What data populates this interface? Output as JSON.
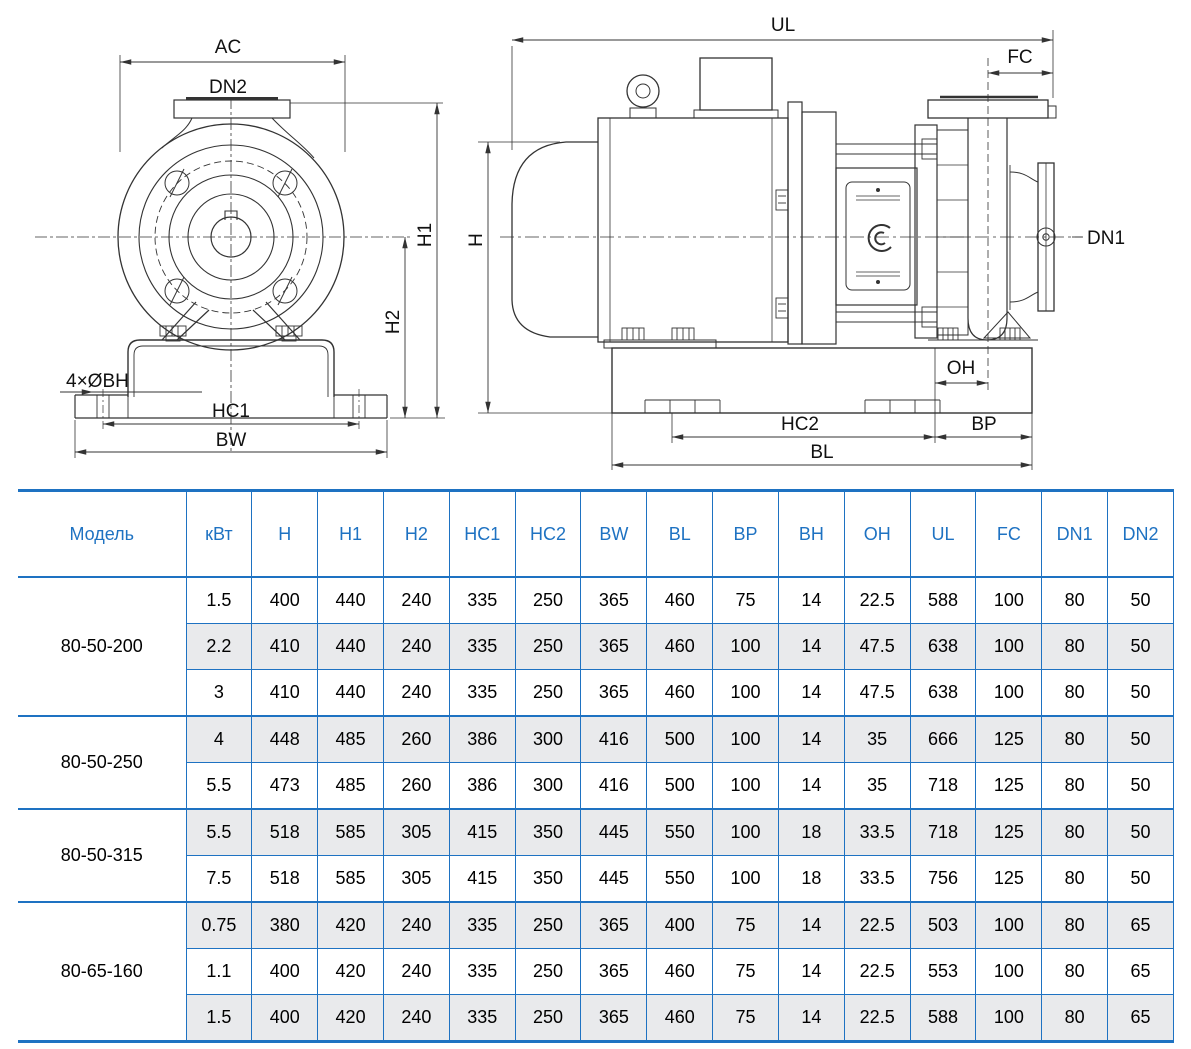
{
  "drawings": {
    "front": {
      "labels": {
        "ac": "AC",
        "dn2": "DN2",
        "h1": "H1",
        "h2": "H2",
        "bh": "4×ØBH",
        "hc1": "HC1",
        "bw": "BW"
      }
    },
    "side": {
      "labels": {
        "ul": "UL",
        "fc": "FC",
        "h": "H",
        "dn1": "DN1",
        "oh": "OH",
        "hc2": "HC2",
        "bp": "BP",
        "bl": "BL"
      }
    }
  },
  "table": {
    "columns": [
      "Модель",
      "кВт",
      "H",
      "H1",
      "H2",
      "HC1",
      "HC2",
      "BW",
      "BL",
      "BP",
      "BH",
      "OH",
      "UL",
      "FC",
      "DN1",
      "DN2"
    ],
    "groups": [
      {
        "model": "80-50-200",
        "rows": [
          {
            "shaded": false,
            "values": [
              "1.5",
              "400",
              "440",
              "240",
              "335",
              "250",
              "365",
              "460",
              "75",
              "14",
              "22.5",
              "588",
              "100",
              "80",
              "50"
            ]
          },
          {
            "shaded": true,
            "values": [
              "2.2",
              "410",
              "440",
              "240",
              "335",
              "250",
              "365",
              "460",
              "100",
              "14",
              "47.5",
              "638",
              "100",
              "80",
              "50"
            ]
          },
          {
            "shaded": false,
            "values": [
              "3",
              "410",
              "440",
              "240",
              "335",
              "250",
              "365",
              "460",
              "100",
              "14",
              "47.5",
              "638",
              "100",
              "80",
              "50"
            ]
          }
        ]
      },
      {
        "model": "80-50-250",
        "rows": [
          {
            "shaded": true,
            "values": [
              "4",
              "448",
              "485",
              "260",
              "386",
              "300",
              "416",
              "500",
              "100",
              "14",
              "35",
              "666",
              "125",
              "80",
              "50"
            ]
          },
          {
            "shaded": false,
            "values": [
              "5.5",
              "473",
              "485",
              "260",
              "386",
              "300",
              "416",
              "500",
              "100",
              "14",
              "35",
              "718",
              "125",
              "80",
              "50"
            ]
          }
        ]
      },
      {
        "model": "80-50-315",
        "rows": [
          {
            "shaded": true,
            "values": [
              "5.5",
              "518",
              "585",
              "305",
              "415",
              "350",
              "445",
              "550",
              "100",
              "18",
              "33.5",
              "718",
              "125",
              "80",
              "50"
            ]
          },
          {
            "shaded": false,
            "values": [
              "7.5",
              "518",
              "585",
              "305",
              "415",
              "350",
              "445",
              "550",
              "100",
              "18",
              "33.5",
              "756",
              "125",
              "80",
              "50"
            ]
          }
        ]
      },
      {
        "model": "80-65-160",
        "rows": [
          {
            "shaded": true,
            "values": [
              "0.75",
              "380",
              "420",
              "240",
              "335",
              "250",
              "365",
              "400",
              "75",
              "14",
              "22.5",
              "503",
              "100",
              "80",
              "65"
            ]
          },
          {
            "shaded": false,
            "values": [
              "1.1",
              "400",
              "420",
              "240",
              "335",
              "250",
              "365",
              "460",
              "75",
              "14",
              "22.5",
              "553",
              "100",
              "80",
              "65"
            ]
          },
          {
            "shaded": true,
            "values": [
              "1.5",
              "400",
              "420",
              "240",
              "335",
              "250",
              "365",
              "460",
              "75",
              "14",
              "22.5",
              "588",
              "100",
              "80",
              "65"
            ]
          }
        ]
      }
    ]
  },
  "colors": {
    "accent": "#1e72c2",
    "row_shade": "#e9eaec",
    "line": "#333333"
  }
}
